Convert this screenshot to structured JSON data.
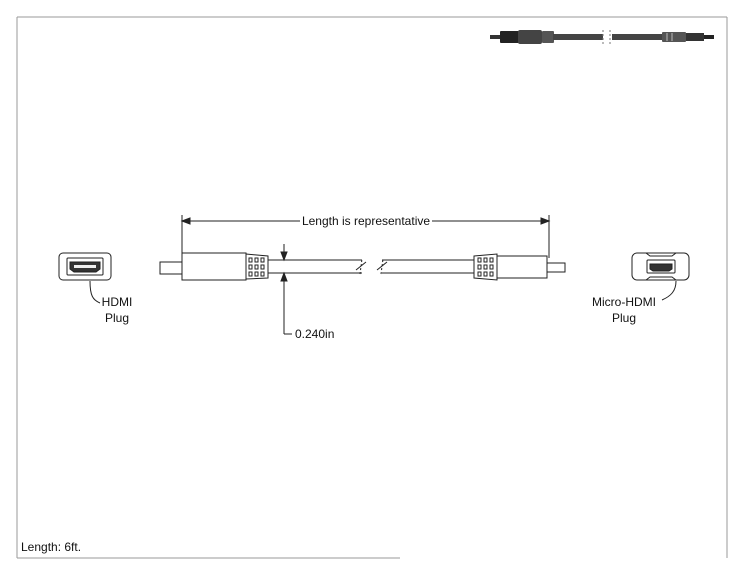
{
  "drawing": {
    "dimension_label": "Length is representative",
    "diameter_label": "0.240in",
    "left_connector": {
      "line1": "HDMI",
      "line2": "Plug"
    },
    "right_connector": {
      "line1": "Micro-HDMI",
      "line2": "Plug"
    },
    "length_note": "Length: 6ft.",
    "icons": {
      "left_end": "hdmi-plug-end-view-icon",
      "right_end": "micro-hdmi-plug-end-view-icon",
      "thumbnail": "cable-thumbnail-icon"
    }
  }
}
